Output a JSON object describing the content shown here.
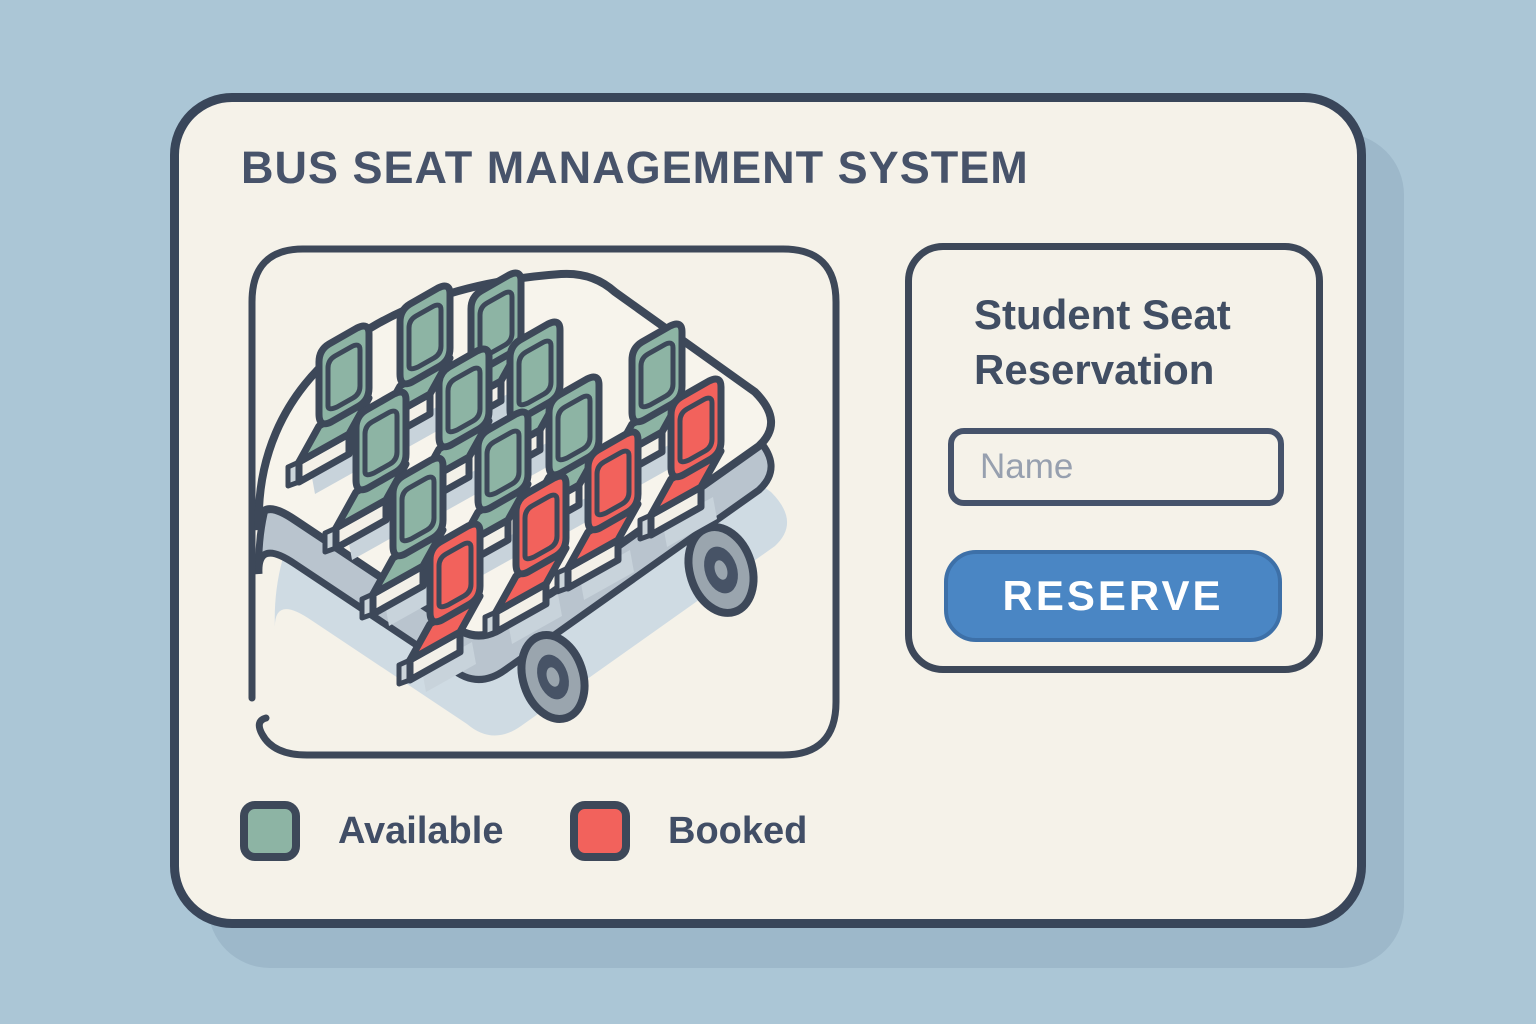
{
  "app": {
    "title": "BUS SEAT MANAGEMENT SYSTEM"
  },
  "bus_map": {
    "seats": [
      {
        "id": "1A",
        "row": 1,
        "col": "A",
        "status": "available"
      },
      {
        "id": "1B",
        "row": 1,
        "col": "B",
        "status": "available"
      },
      {
        "id": "1C",
        "row": 1,
        "col": "C",
        "status": "available"
      },
      {
        "id": "2A",
        "row": 2,
        "col": "A",
        "status": "available"
      },
      {
        "id": "2B",
        "row": 2,
        "col": "B",
        "status": "available"
      },
      {
        "id": "2C",
        "row": 2,
        "col": "C",
        "status": "available"
      },
      {
        "id": "3A",
        "row": 3,
        "col": "A",
        "status": "available"
      },
      {
        "id": "3B",
        "row": 3,
        "col": "B",
        "status": "available"
      },
      {
        "id": "3C",
        "row": 3,
        "col": "C",
        "status": "available"
      },
      {
        "id": "3D",
        "row": 3,
        "col": "D",
        "status": "available"
      },
      {
        "id": "4A",
        "row": 4,
        "col": "A",
        "status": "booked"
      },
      {
        "id": "4B",
        "row": 4,
        "col": "B",
        "status": "booked"
      },
      {
        "id": "4C",
        "row": 4,
        "col": "C",
        "status": "booked"
      },
      {
        "id": "4D",
        "row": 4,
        "col": "D",
        "status": "booked"
      }
    ]
  },
  "legend": {
    "available_label": "Available",
    "booked_label": "Booked"
  },
  "reservation": {
    "title": "Student Seat Reservation",
    "name_placeholder": "Name",
    "reserve_label": "RESERVE"
  },
  "colors": {
    "available": "#8db4a4",
    "booked": "#f2625c",
    "outline": "#3d4859",
    "accent_blue": "#4a86c4",
    "bus_body": "#f7f4ec",
    "bus_underside": "#b9c4ce",
    "soft_shadow": "#cfdbe3"
  }
}
